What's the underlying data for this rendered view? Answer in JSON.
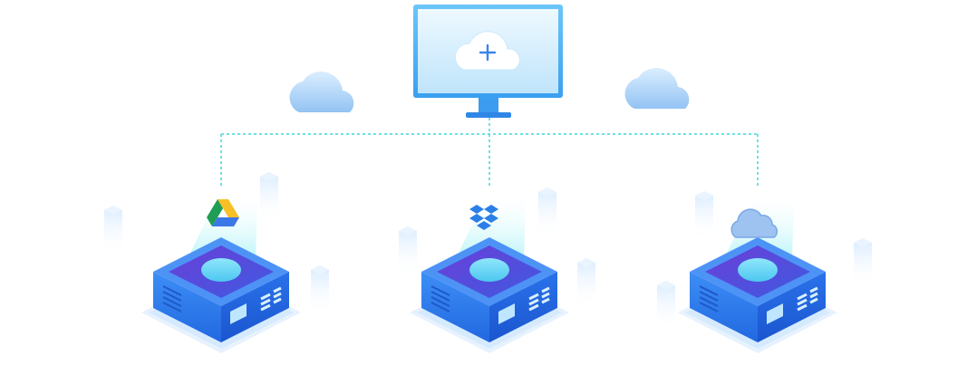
{
  "diagram": {
    "hub": {
      "icon": "cloud-plus-icon",
      "kind": "monitor"
    },
    "floating_clouds": [
      "cloud-icon",
      "cloud-icon"
    ],
    "connector_style": "dotted",
    "nodes": [
      {
        "id": "google-drive",
        "icon": "google-drive-icon"
      },
      {
        "id": "dropbox",
        "icon": "dropbox-icon"
      },
      {
        "id": "generic-cloud",
        "icon": "cloud-icon"
      }
    ]
  },
  "colors": {
    "monitor_frame": "#56b8f6",
    "screen_top": "#e8f6ff",
    "screen_bottom": "#bfe5fb",
    "plus": "#3e86e6",
    "cloud_top": "#d4ebff",
    "cloud_bottom": "#9ccaf5",
    "connector": "#6fe0e6",
    "server_top": "#3f86f3",
    "server_top_inner": "#5a3fd6",
    "server_left": "#2f7df0",
    "server_right": "#1c5fda",
    "server_disc": "#6ad5f5",
    "server_shadow": "#dceeff",
    "cube": "#d9ecff",
    "gdrive_green": "#1f9d55",
    "gdrive_blue": "#3b78e7",
    "gdrive_yellow": "#f6c026",
    "dropbox_blue": "#2b7fe6"
  }
}
